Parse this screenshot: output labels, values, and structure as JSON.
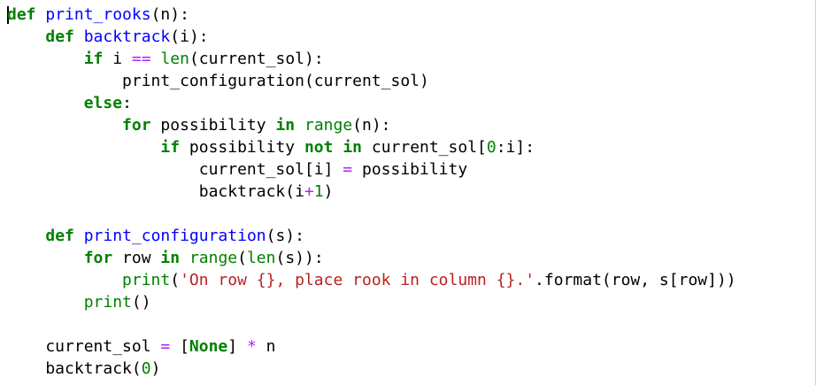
{
  "code": {
    "lines": [
      [
        [
          "kw",
          "def"
        ],
        [
          "plain",
          " "
        ],
        [
          "fn",
          "print_rooks"
        ],
        [
          "plain",
          "(n):"
        ]
      ],
      [
        [
          "plain",
          "    "
        ],
        [
          "kw",
          "def"
        ],
        [
          "plain",
          " "
        ],
        [
          "fn",
          "backtrack"
        ],
        [
          "plain",
          "(i):"
        ]
      ],
      [
        [
          "plain",
          "        "
        ],
        [
          "kw",
          "if"
        ],
        [
          "plain",
          " i "
        ],
        [
          "op",
          "=="
        ],
        [
          "plain",
          " "
        ],
        [
          "bi",
          "len"
        ],
        [
          "plain",
          "(current_sol):"
        ]
      ],
      [
        [
          "plain",
          "            print_configuration(current_sol)"
        ]
      ],
      [
        [
          "plain",
          "        "
        ],
        [
          "kw",
          "else"
        ],
        [
          "plain",
          ":"
        ]
      ],
      [
        [
          "plain",
          "            "
        ],
        [
          "kw",
          "for"
        ],
        [
          "plain",
          " possibility "
        ],
        [
          "kw",
          "in"
        ],
        [
          "plain",
          " "
        ],
        [
          "bi",
          "range"
        ],
        [
          "plain",
          "(n):"
        ]
      ],
      [
        [
          "plain",
          "                "
        ],
        [
          "kw",
          "if"
        ],
        [
          "plain",
          " possibility "
        ],
        [
          "kw",
          "not"
        ],
        [
          "plain",
          " "
        ],
        [
          "kw",
          "in"
        ],
        [
          "plain",
          " current_sol["
        ],
        [
          "num",
          "0"
        ],
        [
          "plain",
          ":i]:"
        ]
      ],
      [
        [
          "plain",
          "                    current_sol[i] "
        ],
        [
          "op",
          "="
        ],
        [
          "plain",
          " possibility"
        ]
      ],
      [
        [
          "plain",
          "                    backtrack(i"
        ],
        [
          "op",
          "+"
        ],
        [
          "num",
          "1"
        ],
        [
          "plain",
          ")"
        ]
      ],
      [
        [
          "plain",
          ""
        ]
      ],
      [
        [
          "plain",
          "    "
        ],
        [
          "kw",
          "def"
        ],
        [
          "plain",
          " "
        ],
        [
          "fn",
          "print_configuration"
        ],
        [
          "plain",
          "(s):"
        ]
      ],
      [
        [
          "plain",
          "        "
        ],
        [
          "kw",
          "for"
        ],
        [
          "plain",
          " row "
        ],
        [
          "kw",
          "in"
        ],
        [
          "plain",
          " "
        ],
        [
          "bi",
          "range"
        ],
        [
          "plain",
          "("
        ],
        [
          "bi",
          "len"
        ],
        [
          "plain",
          "(s)):"
        ]
      ],
      [
        [
          "plain",
          "            "
        ],
        [
          "bi",
          "print"
        ],
        [
          "plain",
          "("
        ],
        [
          "str",
          "'On row {}, place rook in column {}.'"
        ],
        [
          "plain",
          ".format(row, s[row]))"
        ]
      ],
      [
        [
          "plain",
          "        "
        ],
        [
          "bi",
          "print"
        ],
        [
          "plain",
          "()"
        ]
      ],
      [
        [
          "plain",
          ""
        ]
      ],
      [
        [
          "plain",
          "    current_sol "
        ],
        [
          "op",
          "="
        ],
        [
          "plain",
          " ["
        ],
        [
          "kw",
          "None"
        ],
        [
          "plain",
          "] "
        ],
        [
          "op",
          "*"
        ],
        [
          "plain",
          " n"
        ]
      ],
      [
        [
          "plain",
          "    backtrack("
        ],
        [
          "num",
          "0"
        ],
        [
          "plain",
          ")"
        ]
      ]
    ]
  }
}
